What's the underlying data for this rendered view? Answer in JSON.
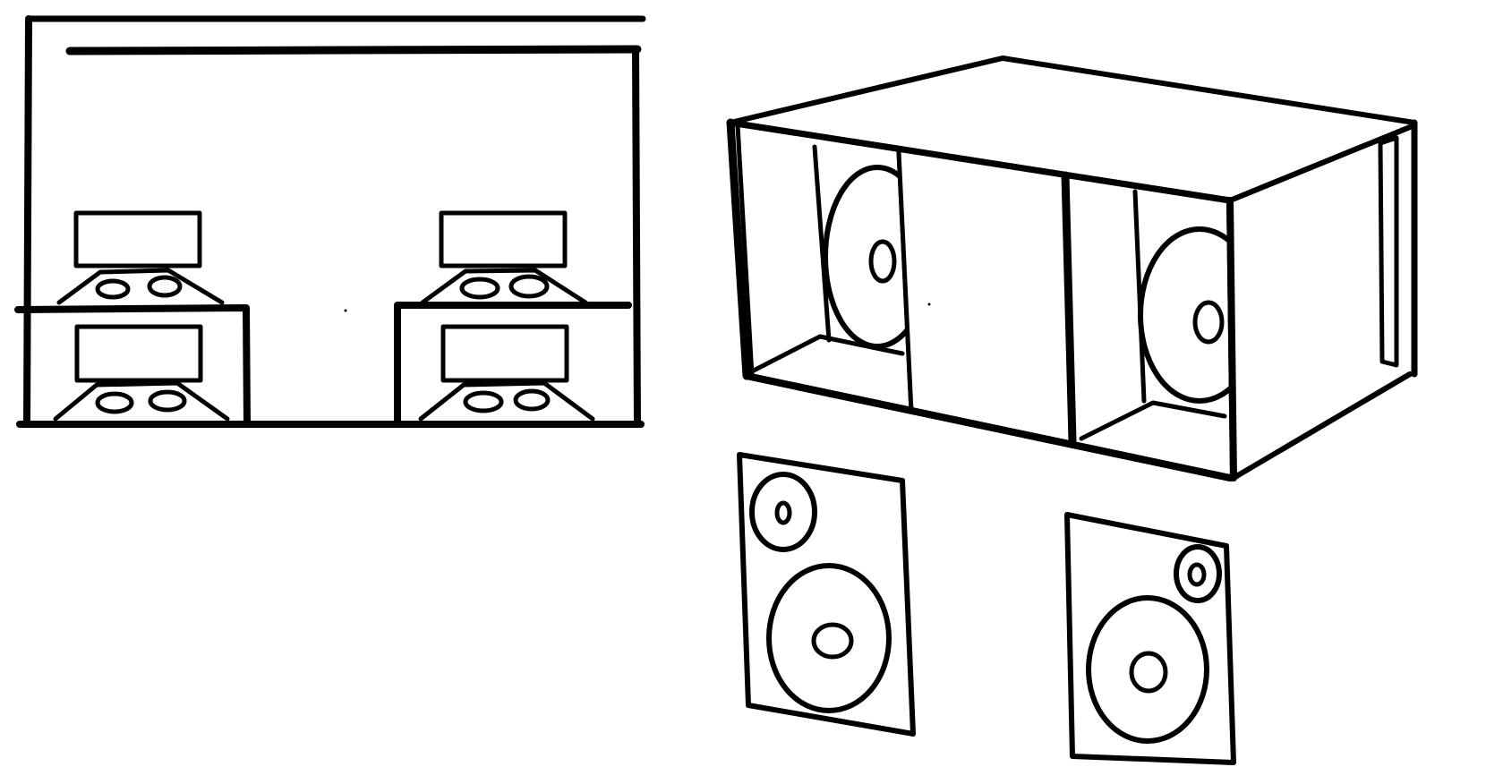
{
  "drawing": {
    "stroke_color": "#000000",
    "background_color": "#ffffff",
    "groups": [
      {
        "name": "room-view-with-four-speaker-stacks"
      },
      {
        "name": "subwoofer-cabinet-perspective"
      },
      {
        "name": "left-speaker-cabinet"
      },
      {
        "name": "right-speaker-cabinet"
      }
    ]
  }
}
